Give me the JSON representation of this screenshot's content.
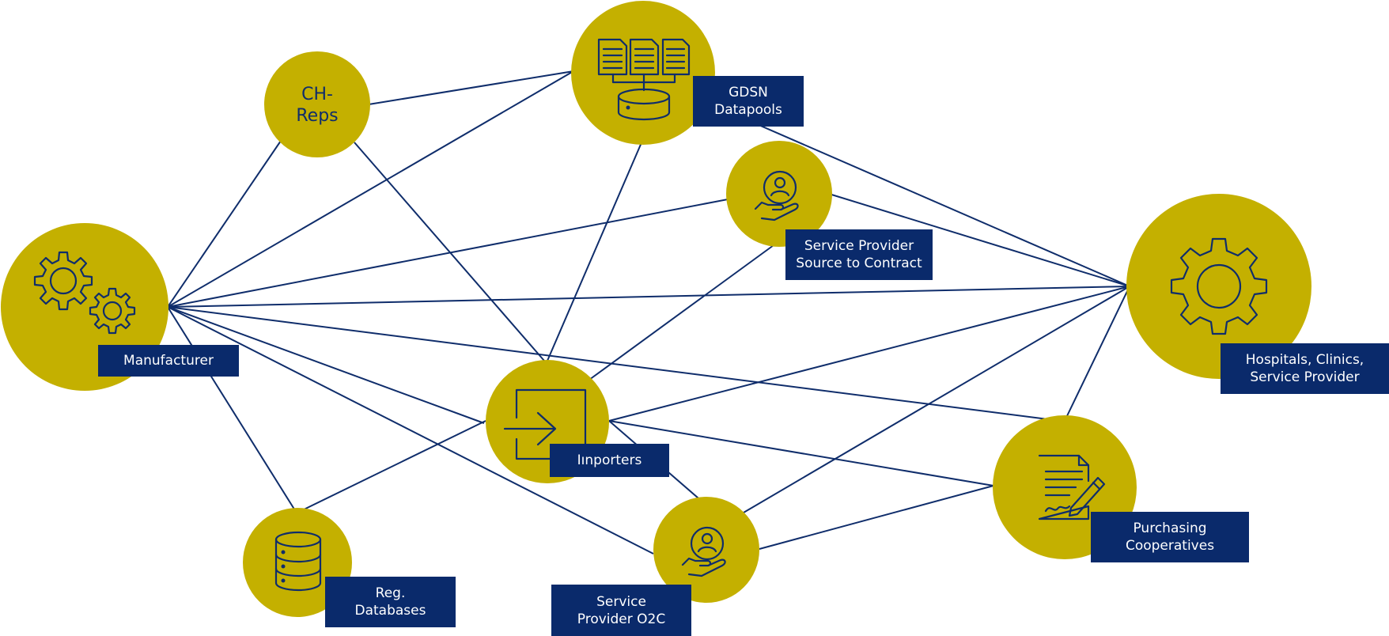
{
  "colors": {
    "node_fill": "#c4b000",
    "label_bg": "#0a2a6b",
    "label_text": "#ffffff",
    "edge": "#0f2d6b"
  },
  "nodes": {
    "manufacturer": {
      "label": "Manufacturer",
      "icon": "gears-icon"
    },
    "ch_reps": {
      "text": "CH-\nReps"
    },
    "gdsn": {
      "label": "GDSN\nDatapools",
      "icon": "datapool-icon"
    },
    "sp_s2c": {
      "label": "Service Provider\nSource to Contract",
      "icon": "service-provider-icon"
    },
    "hospitals": {
      "label": "Hospitals, Clinics,\nService Provider",
      "icon": "gear-icon"
    },
    "importers": {
      "label": "Iınporters",
      "icon": "import-icon"
    },
    "reg_db": {
      "label": "Reg.\nDatabases",
      "icon": "database-icon"
    },
    "sp_o2c": {
      "label": "Service\nProvider O2C",
      "icon": "service-provider-icon"
    },
    "purchasing": {
      "label": "Purchasing\nCooperatives",
      "icon": "contract-sign-icon"
    }
  }
}
